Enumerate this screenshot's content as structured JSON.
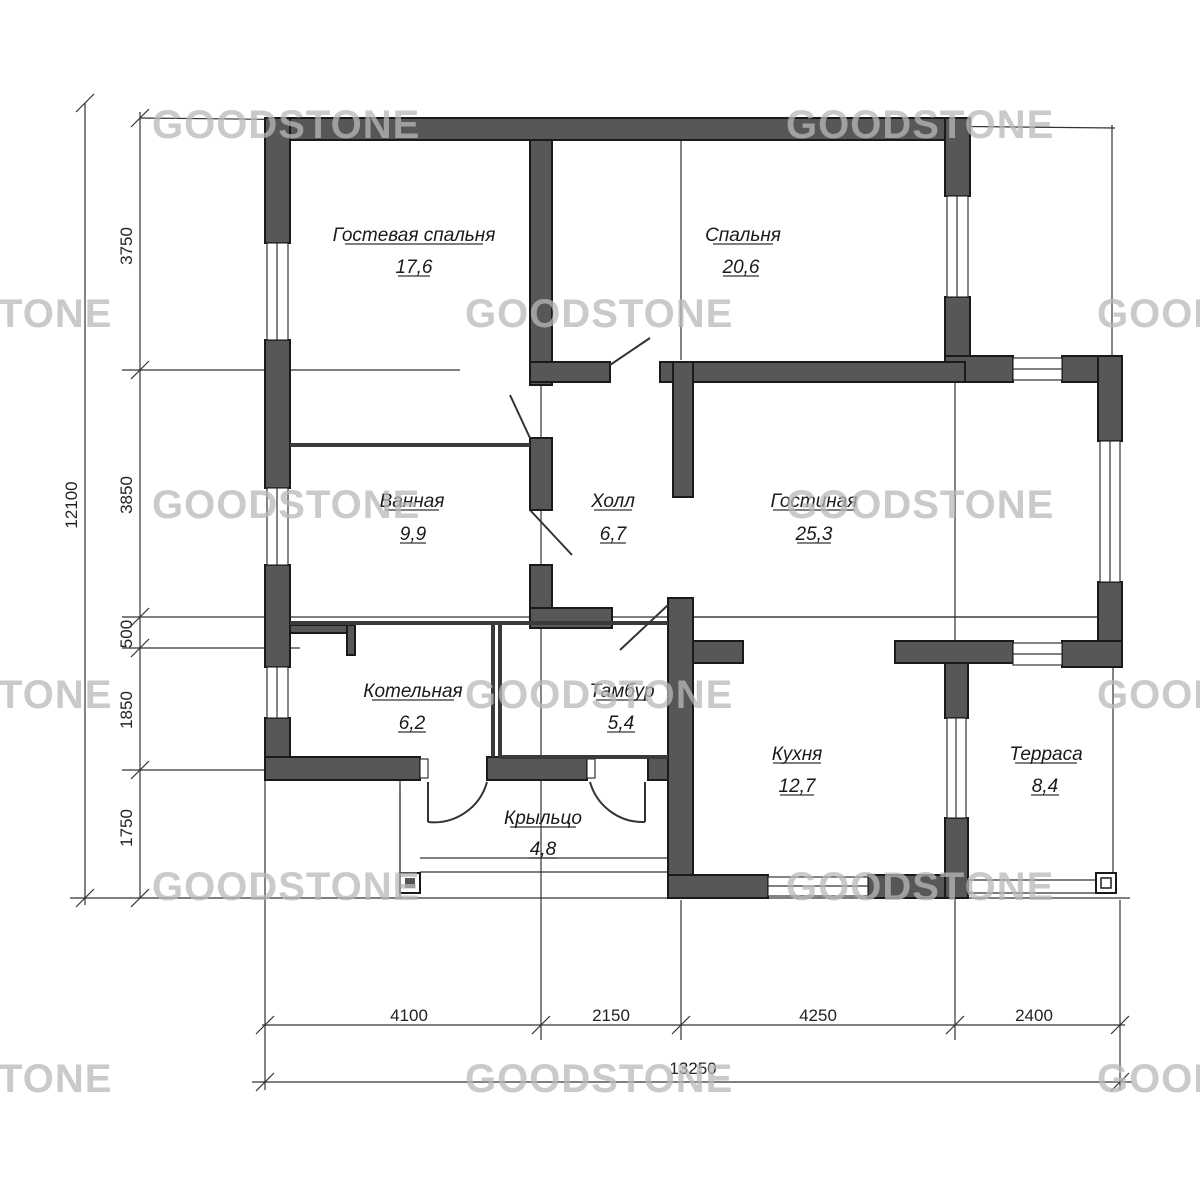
{
  "watermark": "GOODSTONE",
  "watermark_partial": "TONE",
  "rooms": [
    {
      "name": "Гостевая спальня",
      "area": "17,6"
    },
    {
      "name": "Спальня",
      "area": "20,6"
    },
    {
      "name": "Ванная",
      "area": "9,9"
    },
    {
      "name": "Холл",
      "area": "6,7"
    },
    {
      "name": "Гостиная",
      "area": "25,3"
    },
    {
      "name": "Котельная",
      "area": "6,2"
    },
    {
      "name": "Тамбур",
      "area": "5,4"
    },
    {
      "name": "Кухня",
      "area": "12,7"
    },
    {
      "name": "Терраса",
      "area": "8,4"
    },
    {
      "name": "Крыльцо",
      "area": "4,8"
    }
  ],
  "dimensions": {
    "horizontal": [
      "4100",
      "2150",
      "4250",
      "2400"
    ],
    "total_width": "13250",
    "vertical": [
      "3750",
      "3850",
      "500",
      "1850",
      "1750"
    ],
    "total_height": "12100"
  },
  "colors": {
    "wall": "#575757",
    "watermark": "#b9b9b9"
  }
}
